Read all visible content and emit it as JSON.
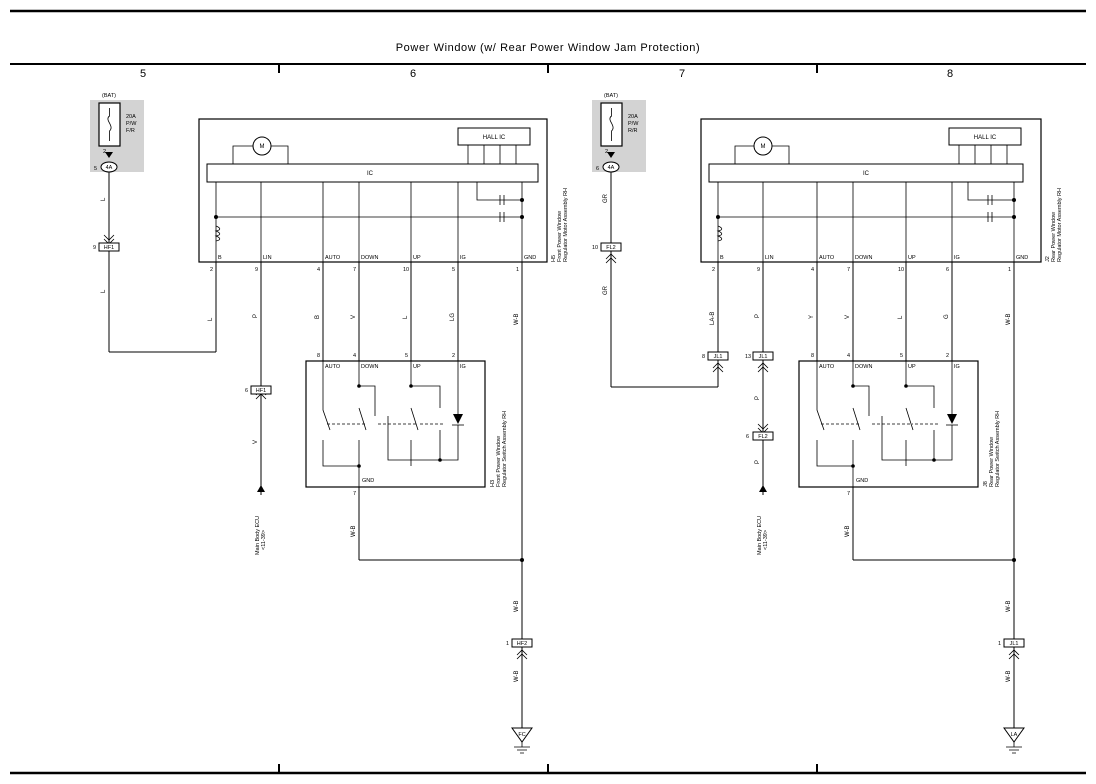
{
  "title": "Power Window (w/ Rear Power Window Jam Protection)",
  "columns": [
    "5",
    "6",
    "7",
    "8"
  ],
  "fuse": {
    "source": "(BAT)",
    "rating": "20A",
    "name1": "P/W",
    "name_front": "F/R",
    "name_rear": "R/R"
  },
  "motor": {
    "ic_label": "IC",
    "hall_label": "HALL IC",
    "motor_symbol": "M",
    "terminals": [
      "B",
      "LIN",
      "AUTO",
      "DOWN",
      "UP",
      "IG",
      "GND"
    ]
  },
  "switch": {
    "terminals": [
      "AUTO",
      "DOWN",
      "UP",
      "IG"
    ],
    "gnd_label": "GND"
  },
  "ecu": {
    "name": "Main Body ECU",
    "ref": "<11-39>"
  },
  "front": {
    "motor_code": "H5",
    "motor_name1": "Front Power Window",
    "motor_name2": "Regulator Motor Assembly RH",
    "motor_pins": [
      "2",
      "9",
      "4",
      "7",
      "10",
      "5",
      "1"
    ],
    "switch_code": "H3",
    "switch_name1": "Front Power Window",
    "switch_name2": "Regulator Switch Assembly RH",
    "switch_pins": [
      "8",
      "4",
      "5",
      "2"
    ],
    "switch_gnd_pin": "7",
    "fuse_pin_top": "2",
    "fuse_conn_pin": "5",
    "fuse_conn": "4A",
    "b_conn_pin": "9",
    "b_conn": "HF1",
    "lin_conn_pin": "6",
    "lin_conn": "HF1",
    "gnd_conn_pin": "1",
    "gnd_conn": "HF2",
    "ground": "FC",
    "wire": {
      "fuse_out": "L",
      "fuse_out2": "L",
      "b": "L",
      "lin": "P",
      "lin_low": "V",
      "auto": "B",
      "down": "V",
      "up": "L",
      "ig": "LG",
      "gnd": "W-B",
      "sw_gnd": "W-B",
      "gnd_low1": "W-B",
      "gnd_low2": "W-B"
    }
  },
  "rear": {
    "motor_code": "J2",
    "motor_name1": "Rear Power Window",
    "motor_name2": "Regulator Motor Assembly RH",
    "motor_pins": [
      "2",
      "9",
      "4",
      "7",
      "10",
      "6",
      "1"
    ],
    "switch_code": "J8",
    "switch_name1": "Rear Power Window",
    "switch_name2": "Regulator Switch Assembly RH",
    "switch_pins": [
      "8",
      "4",
      "5",
      "2"
    ],
    "switch_gnd_pin": "7",
    "fuse_pin_top": "2",
    "fuse_conn_pin": "6",
    "fuse_conn": "4A",
    "fl2_pin": "10",
    "fl2": "FL2",
    "jl1_b_pin": "8",
    "jl1_b": "JL1",
    "jl1_lin_pin": "13",
    "jl1_lin": "JL1",
    "fl2_lin_pin": "6",
    "fl2_lin": "FL2",
    "gnd_conn_pin": "1",
    "gnd_conn": "JL1",
    "ground": "LA",
    "wire": {
      "fuse_out": "GR",
      "fuse_out2": "GR",
      "b": "LA-B",
      "lin": "P",
      "lin_mid": "P",
      "lin_low": "P",
      "auto": "Y",
      "down": "V",
      "up": "L",
      "ig": "G",
      "gnd": "W-B",
      "sw_gnd": "W-B",
      "gnd_low1": "W-B",
      "gnd_low2": "W-B"
    }
  }
}
